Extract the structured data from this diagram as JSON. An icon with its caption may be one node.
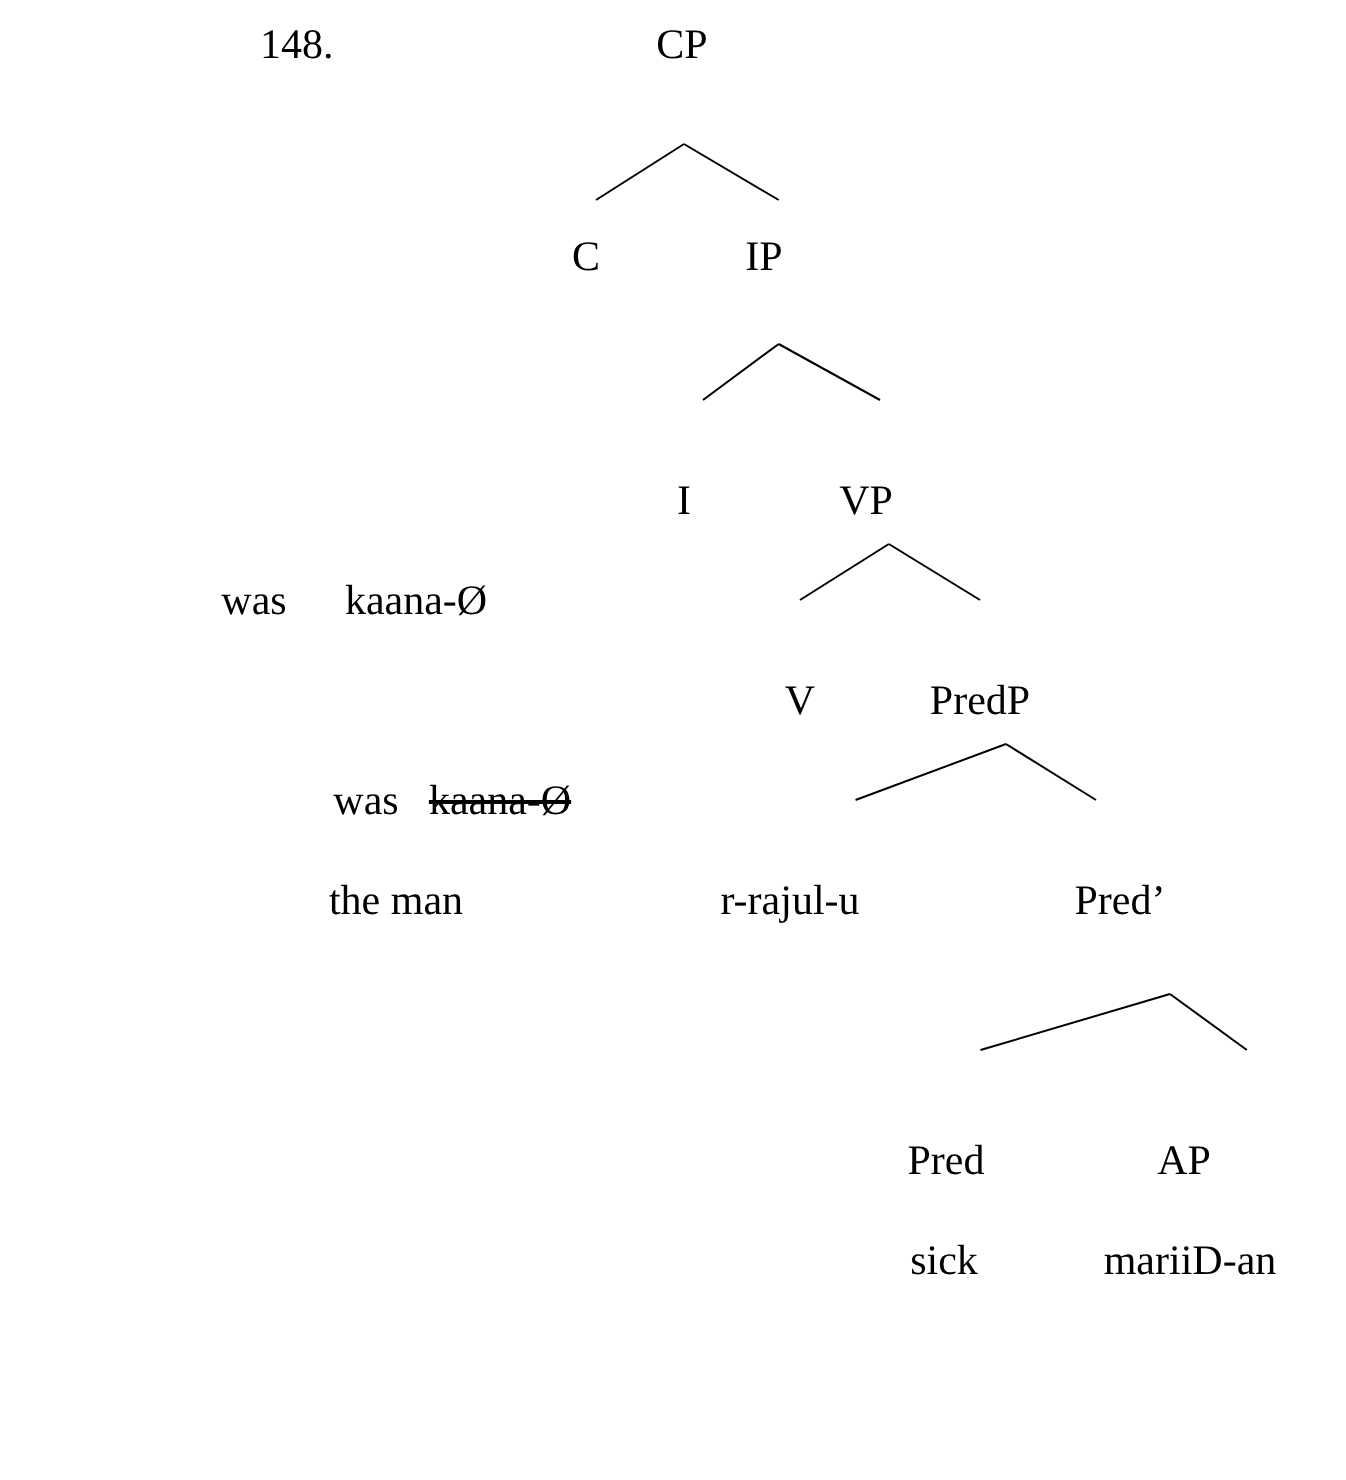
{
  "diagram": {
    "nodes": [
      {
        "text": [
          "CP"
        ]
      },
      {
        "text": [
          "C"
        ]
      },
      {
        "text": [
          "IP"
        ]
      },
      {
        "text": [
          "I"
        ]
      },
      {
        "text": [
          "VP"
        ]
      },
      {
        "text": [
          "V"
        ]
      },
      {
        "text": [
          "PredP"
        ]
      },
      {
        "text": [
          "r-rajul-u"
        ]
      },
      {
        "text": [
          "Pred’"
        ]
      },
      {
        "text": [
          "Pred"
        ],
        "beside": [
          "sick"
        ]
      },
      {
        "text": [
          "AP"
        ],
        "beside": [
          "mariiD-an"
        ]
      }
    ],
    "edges": [
      {
        "from": 0,
        "to": 1,
        "arrow": "none"
      },
      {
        "from": 0,
        "to": 2,
        "arrow": "none"
      },
      {
        "from": 2,
        "to": 3,
        "arrow": "none"
      },
      {
        "from": 2,
        "to": 4,
        "arrow": "none"
      },
      {
        "from": 4,
        "to": 5,
        "arrow": "none"
      },
      {
        "from": 4,
        "to": 6,
        "arrow": "none"
      },
      {
        "from": 6,
        "to": 7,
        "arrow": "none"
      },
      {
        "from": 6,
        "to": 8,
        "arrow": "none"
      },
      {
        "from": 8,
        "to": 9,
        "arrow": "none"
      },
      {
        "from": 8,
        "to": 10,
        "arrow": "none"
      }
    ],
    "labels": [
      "148.",
      "was",
      "kaana-Ø",
      "was",
      "kaana-Ø",
      "the man"
    ]
  }
}
